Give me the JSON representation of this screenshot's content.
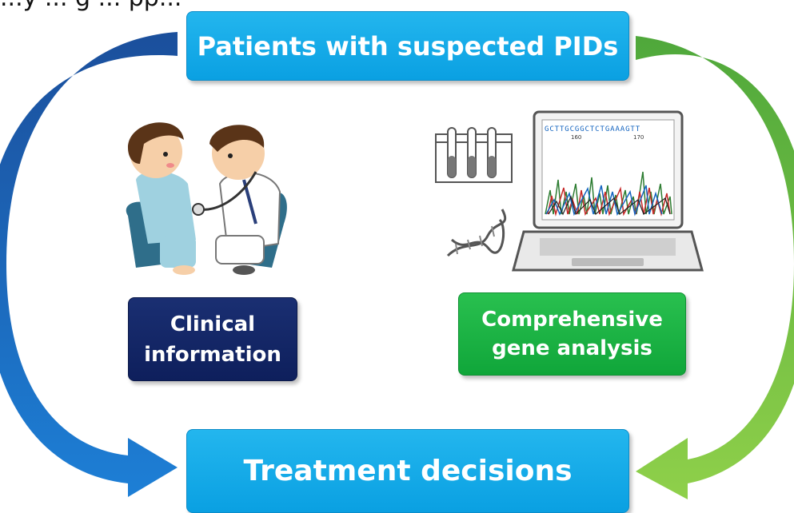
{
  "header_fragment": "...y ... g ... pp...",
  "boxes": {
    "top": "Patients with suspected PIDs",
    "clinical_line1": "Clinical",
    "clinical_line2": "information",
    "gene_line1": "Comprehensive",
    "gene_line2": "gene analysis",
    "bottom": "Treatment decisions"
  },
  "sequence": {
    "letters": "GCTTGCGGCTCTGAAAGTT",
    "tick_160": "160",
    "tick_170": "170"
  },
  "colors": {
    "blue_box": "#14aae8",
    "dark_box": "#14266a",
    "green_box": "#1db446",
    "blue_arrow": "#1566b5",
    "green_arrow": "#7cc23f"
  },
  "icons": [
    "doctor-patient-illustration",
    "test-tubes-icon",
    "dna-icon",
    "laptop-sequencer-icon"
  ]
}
